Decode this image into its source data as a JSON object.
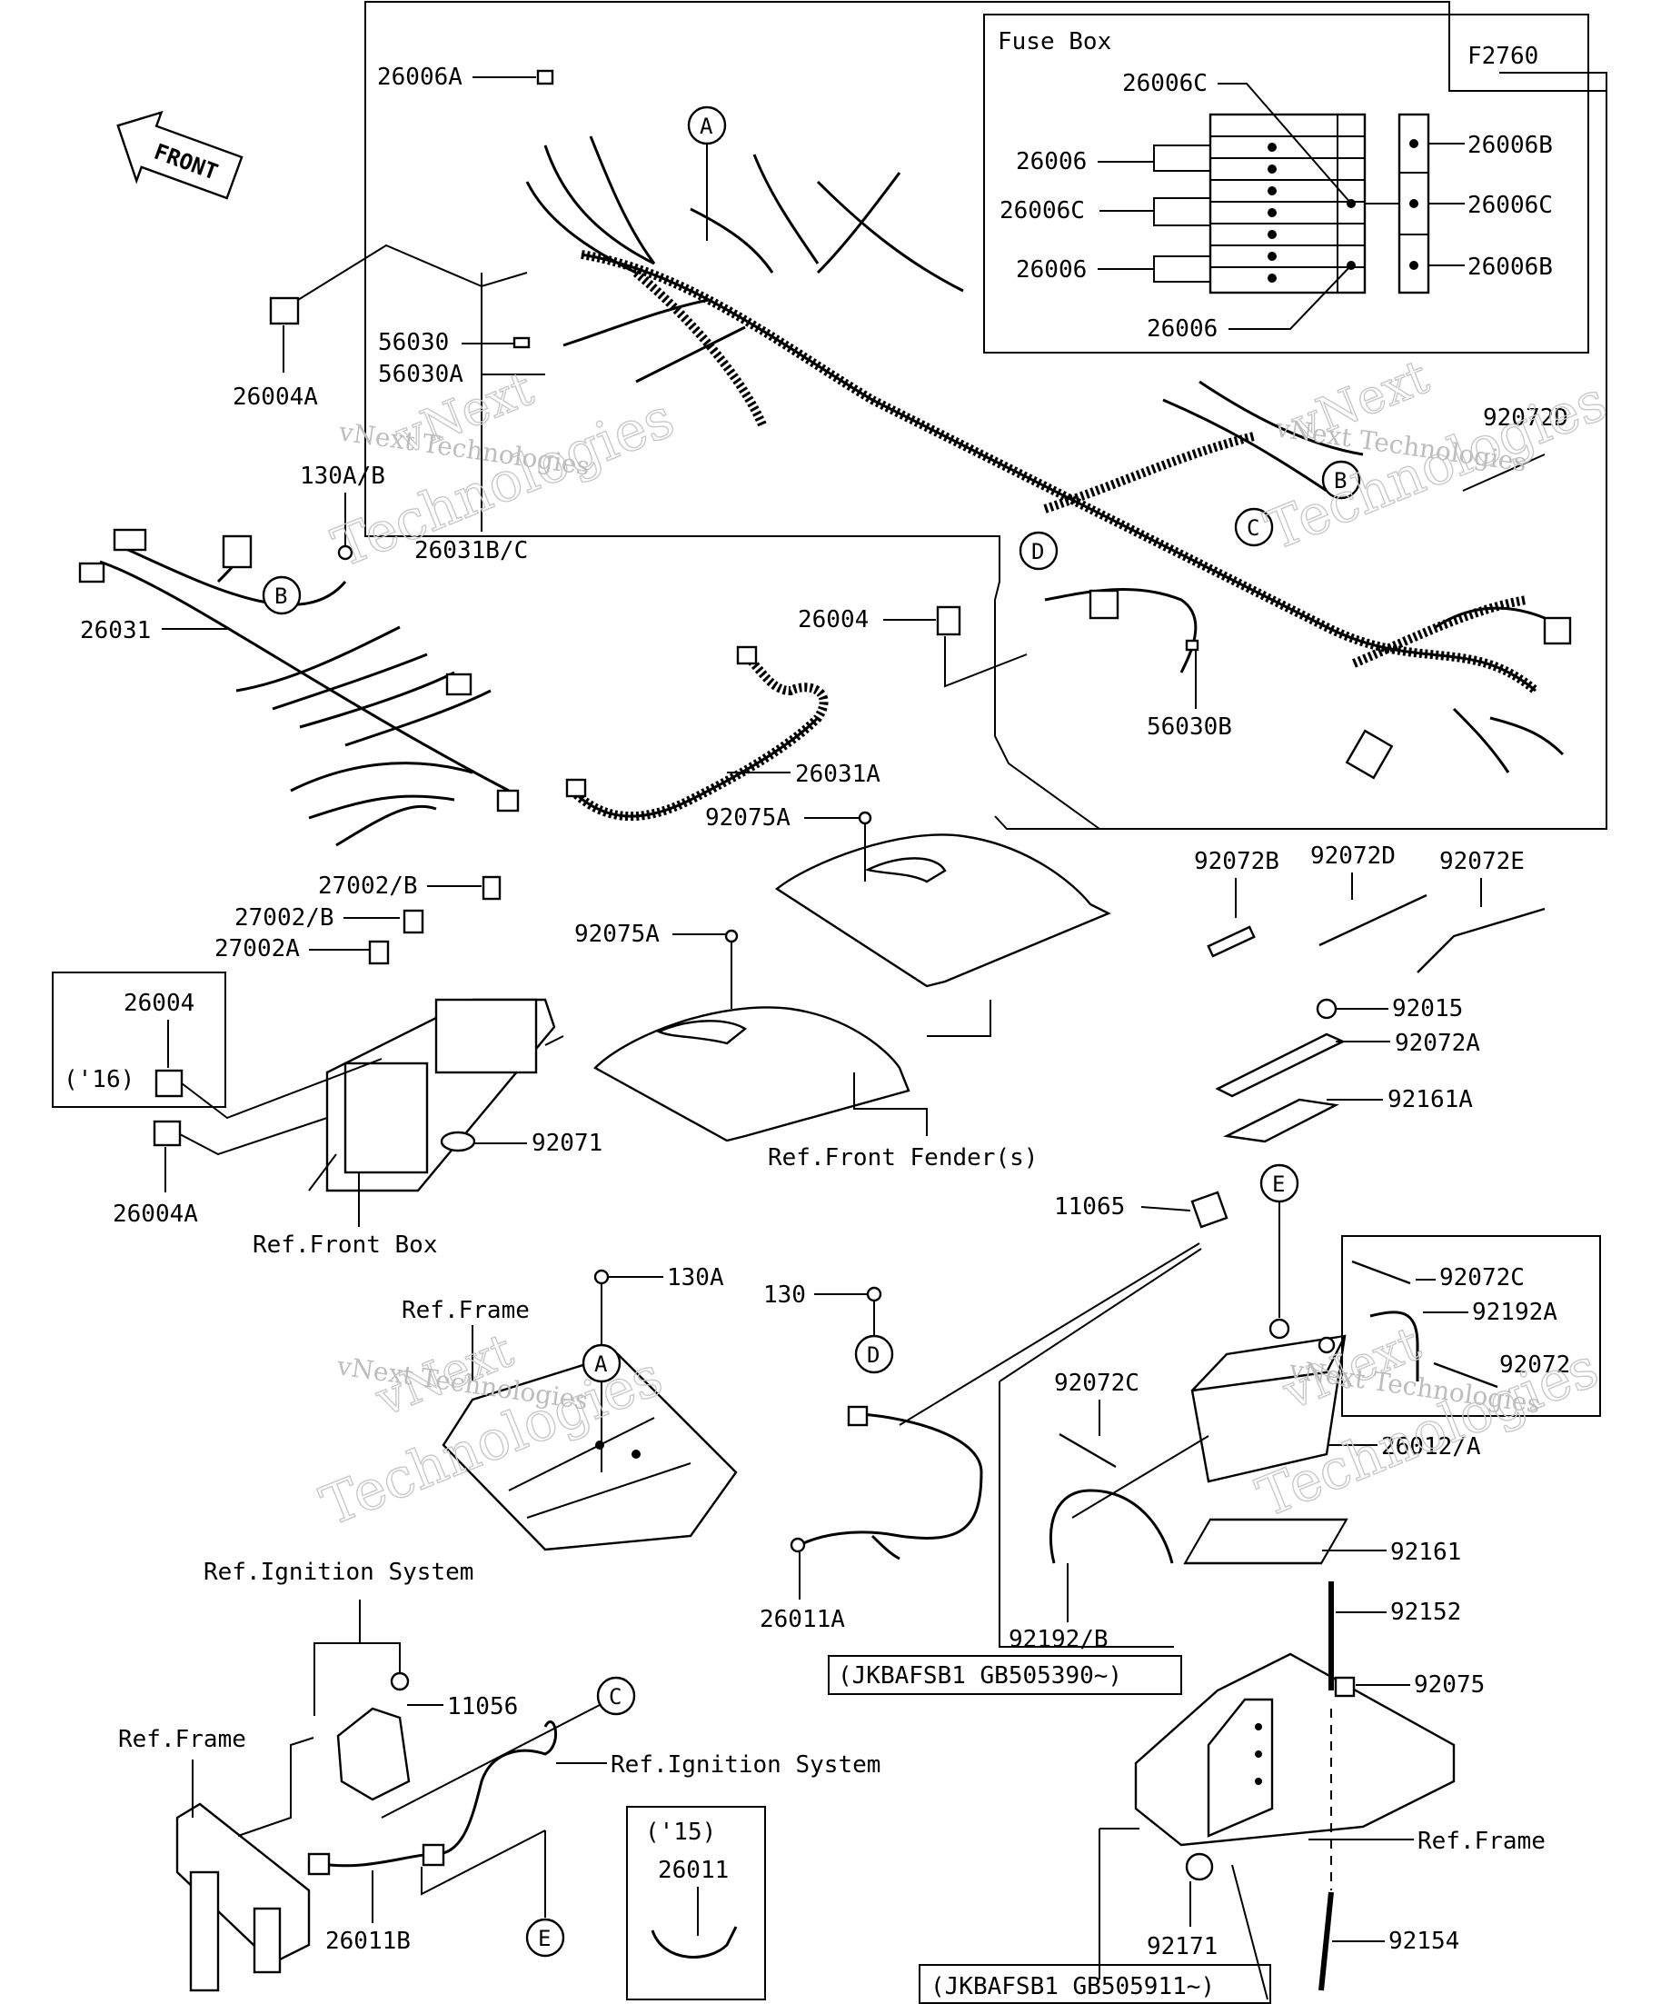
{
  "figure_code": "F2760",
  "front_arrow": "FRONT",
  "fuse_box": {
    "title": "Fuse Box",
    "labels": [
      "26006C",
      "26006",
      "26006C",
      "26006",
      "26006",
      "26006B",
      "26006C",
      "26006B"
    ]
  },
  "callouts": {
    "A": "A",
    "B": "B",
    "C": "C",
    "D": "D",
    "E": "E"
  },
  "parts": {
    "p26006A": "26006A",
    "p26004A_top": "26004A",
    "p56030": "56030",
    "p56030A": "56030A",
    "p130AB": "130A/B",
    "p26031BC": "26031B/C",
    "p26031": "26031",
    "p26004_mid": "26004",
    "p56030B": "56030B",
    "p92072D_top": "92072D",
    "p26031A": "26031A",
    "p92075A_1": "92075A",
    "p92075A_2": "92075A",
    "p27002B_1": "27002/B",
    "p27002B_2": "27002/B",
    "p27002A": "27002A",
    "p26004_left": "26004",
    "p16": "('16)",
    "p26004A_left": "26004A",
    "p92071": "92071",
    "refFrontBox": "Ref.Front Box",
    "refFrontFender": "Ref.Front Fender(s)",
    "p92072B": "92072B",
    "p92072D": "92072D",
    "p92072E": "92072E",
    "p92015": "92015",
    "p92072A": "92072A",
    "p92161A": "92161A",
    "p11065": "11065",
    "p130A": "130A",
    "refFrame_1": "Ref.Frame",
    "p130": "130",
    "p92072C_1": "92072C",
    "p92192A": "92192A",
    "p92072": "92072",
    "p92072C_2": "92072C",
    "p26012A": "26012/A",
    "p92161": "92161",
    "p26011A": "26011A",
    "p92192B": "92192/B",
    "vin1": "(JKBAFSB1 GB505390~)",
    "p92152": "92152",
    "p92075": "92075",
    "refIgnition_1": "Ref.Ignition System",
    "p11056": "11056",
    "refIgnition_2": "Ref.Ignition System",
    "refFrame_2": "Ref.Frame",
    "p15": "('15)",
    "p26011": "26011",
    "p26011B": "26011B",
    "refFrame_3": "Ref.Frame",
    "p92171": "92171",
    "p92154": "92154",
    "vin2": "(JKBAFSB1 GB505911~)"
  },
  "watermark": {
    "line1": "vNext",
    "line2": "vNext Technologies",
    "line3": "Technologies"
  }
}
